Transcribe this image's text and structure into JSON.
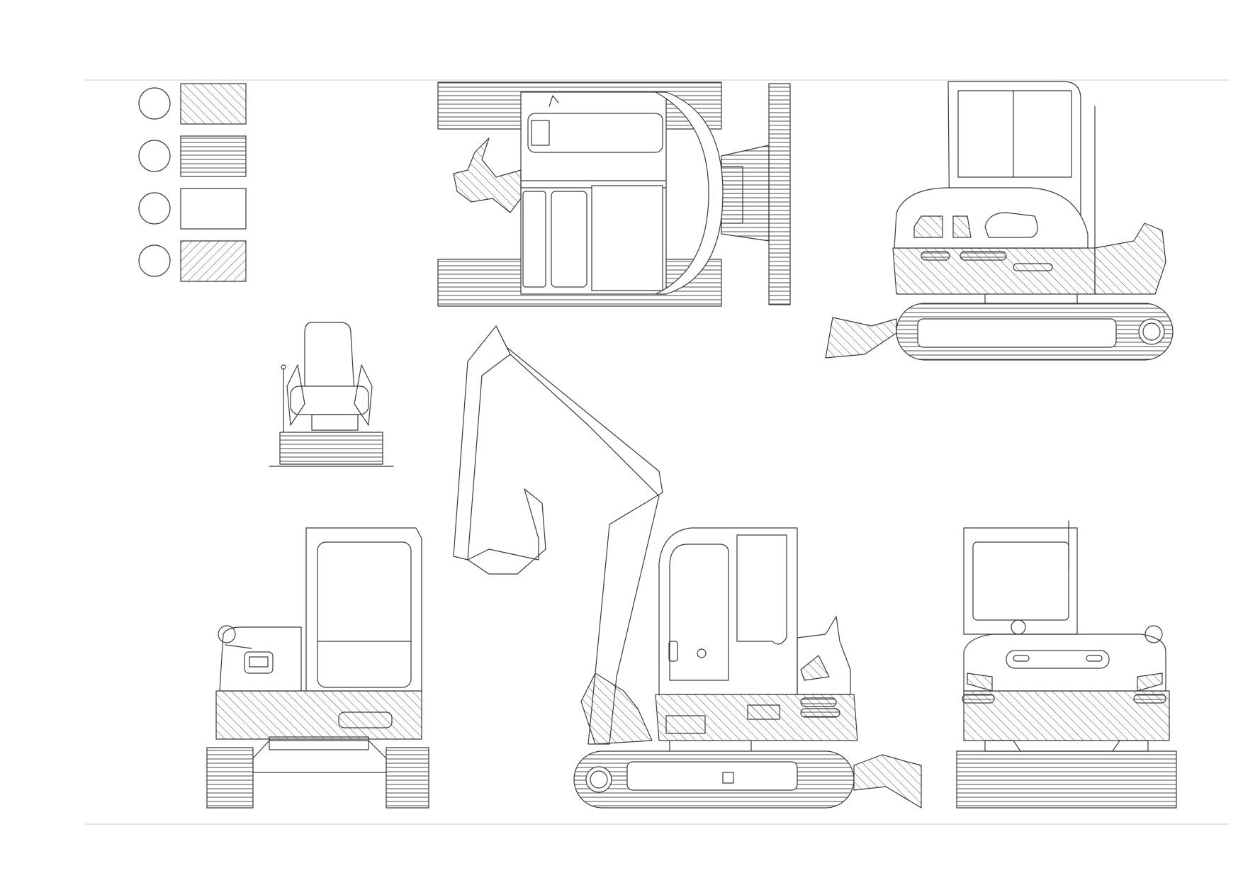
{
  "sheet": {
    "kind": "technical line drawing",
    "subject": "mini excavator",
    "views": [
      "top",
      "right-side",
      "operator-seat",
      "front",
      "left-side-with-boom",
      "rear"
    ],
    "legend": {
      "swatches": [
        {
          "symbol": "circle",
          "pattern": "diagonal-hatch-right"
        },
        {
          "symbol": "circle",
          "pattern": "horizontal-lines"
        },
        {
          "symbol": "circle",
          "pattern": "blank"
        },
        {
          "symbol": "circle",
          "pattern": "diagonal-hatch-left"
        }
      ]
    },
    "colors": {
      "background": "#ffffff",
      "line": "#3a3a3a",
      "frame": "#c8c8c8"
    }
  }
}
